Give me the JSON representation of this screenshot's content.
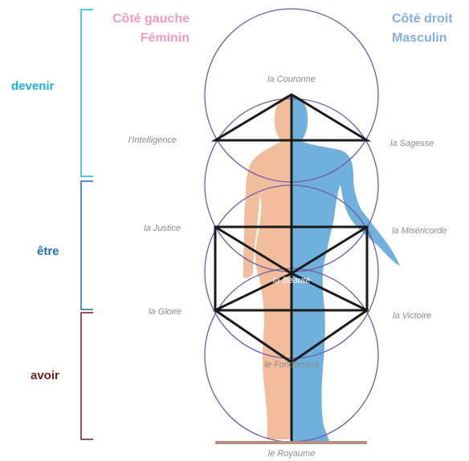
{
  "colors": {
    "feminine": "#f29bbd",
    "masculine": "#86aee0",
    "devenir": "#1ab0e6",
    "etre": "#1f6fb7",
    "avoir": "#7a1a1a",
    "circle": "#6f5aa8",
    "structure": "#1a1a1a",
    "ground": "#b88f86",
    "body_left": "#f2bd9c",
    "body_right": "#6fb0dc",
    "sefirah_label": "#8a8a8a"
  },
  "headers": {
    "left": {
      "line1": "Côté gauche",
      "line2": "Féminin"
    },
    "right": {
      "line1": "Côté droit",
      "line2": "Masculin"
    }
  },
  "levels": [
    {
      "label": "devenir"
    },
    {
      "label": "être"
    },
    {
      "label": "avoir"
    }
  ],
  "sefirot": {
    "couronne": "la Couronne",
    "intelligence": "l'Intelligence",
    "sagesse": "la Sagesse",
    "justice": "la Justice",
    "misericorde": "la Miséricorde",
    "beaute": "la Beauté",
    "gloire": "la Gloire",
    "victoire": "la Victoire",
    "fondament": "le Fondament",
    "royaume": "le Royaume"
  }
}
